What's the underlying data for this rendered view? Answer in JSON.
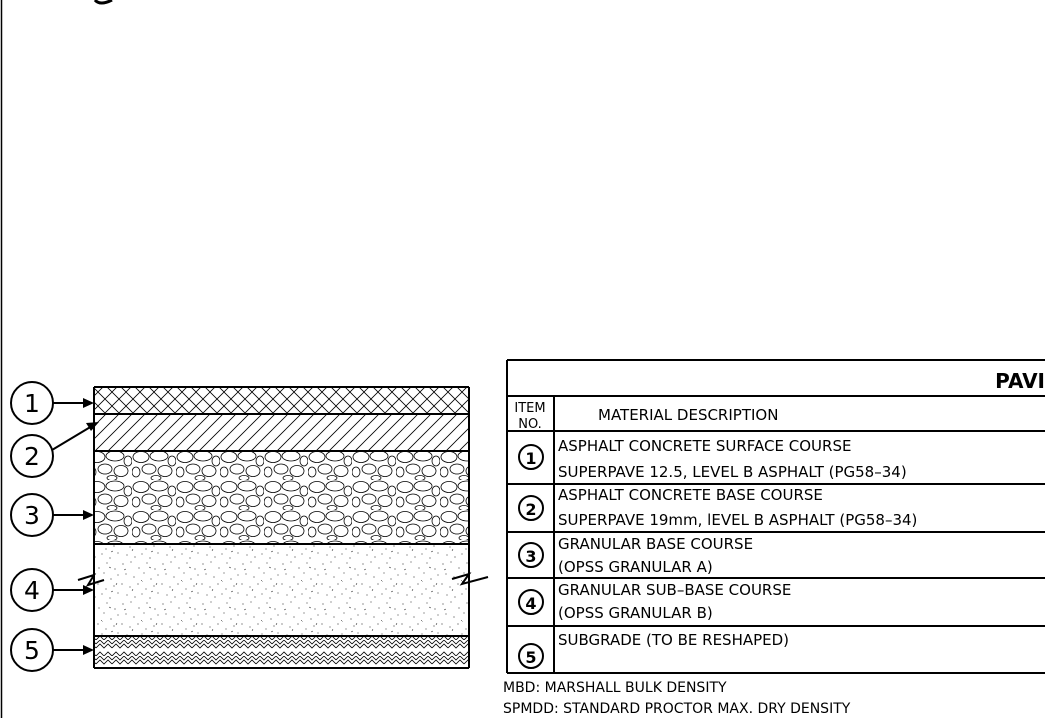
{
  "layers": [
    {
      "number": "1",
      "pattern": "crosshatch"
    },
    {
      "number": "2",
      "pattern": "diagonal-hatch"
    },
    {
      "number": "3",
      "pattern": "stone"
    },
    {
      "number": "4",
      "pattern": "stipple"
    },
    {
      "number": "5",
      "pattern": "herringbone"
    }
  ],
  "table": {
    "title": "PAVI",
    "header": {
      "item_no_line1": "ITEM",
      "item_no_line2": "NO.",
      "material": "MATERIAL DESCRIPTION"
    },
    "rows": [
      {
        "number": "1",
        "line1": "ASPHALT CONCRETE SURFACE COURSE",
        "line2": "SUPERPAVE 12.5, LEVEL B ASPHALT (PG58–34)"
      },
      {
        "number": "2",
        "line1": "ASPHALT CONCRETE BASE COURSE",
        "line2": "SUPERPAVE 19mm, lEVEL B ASPHALT (PG58–34)"
      },
      {
        "number": "3",
        "line1": "GRANULAR BASE COURSE",
        "line2": "(OPSS GRANULAR A)"
      },
      {
        "number": "4",
        "line1": "GRANULAR SUB–BASE COURSE",
        "line2": "(OPSS GRANULAR B)"
      },
      {
        "number": "5",
        "line1": "SUBGRADE (TO BE RESHAPED)",
        "line2": ""
      }
    ]
  },
  "notes": [
    "MBD: MARSHALL BULK DENSITY",
    "SPMDD: STANDARD PROCTOR MAX. DRY DENSITY"
  ]
}
